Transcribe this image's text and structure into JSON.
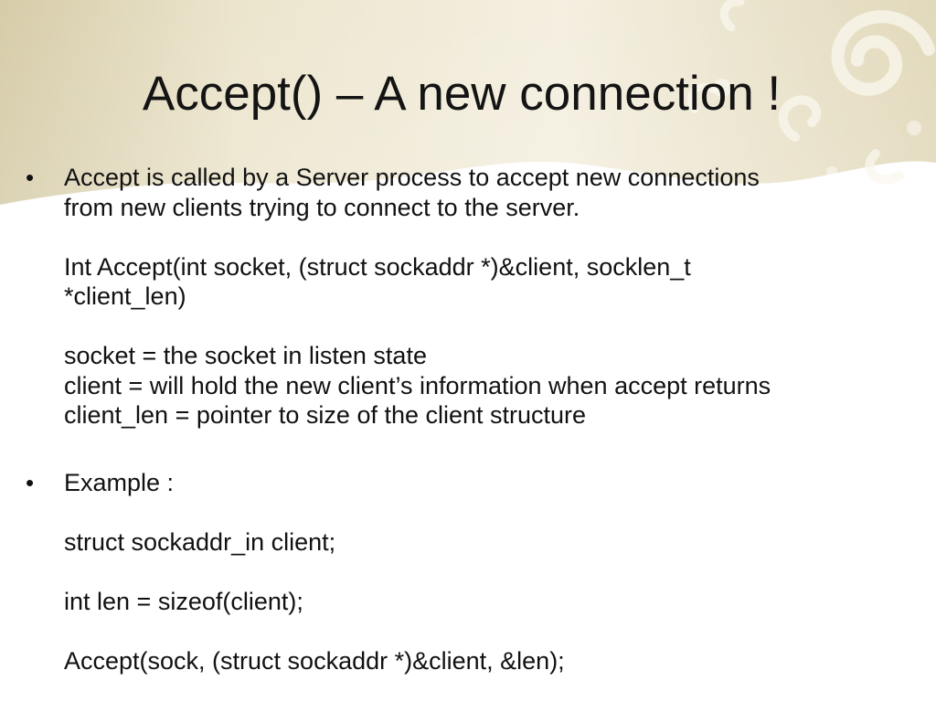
{
  "slide": {
    "title": "Accept() – A new connection !",
    "bullets": [
      {
        "marker": "•",
        "paragraphs": [
          [
            "Accept is called by a Server process to accept new connections",
            "from new clients trying to connect to the server."
          ],
          [
            "Int Accept(int socket, (struct sockaddr *)&client, socklen_t",
            "*client_len)"
          ],
          [
            "socket = the socket in listen state",
            "client = will hold the new client’s information when accept returns",
            "client_len = pointer to size of the client structure"
          ]
        ]
      },
      {
        "marker": "•",
        "paragraphs": [
          [
            "Example :"
          ],
          [
            "struct sockaddr_in client;"
          ],
          [
            "int len = sizeof(client);"
          ],
          [
            "Accept(sock, (struct sockaddr *)&client, &len);"
          ]
        ]
      }
    ]
  },
  "colors": {
    "band_light": "#f3eedd",
    "band_dark": "#d9cfae",
    "swirl": "#ebe4cc",
    "text": "#111111"
  }
}
